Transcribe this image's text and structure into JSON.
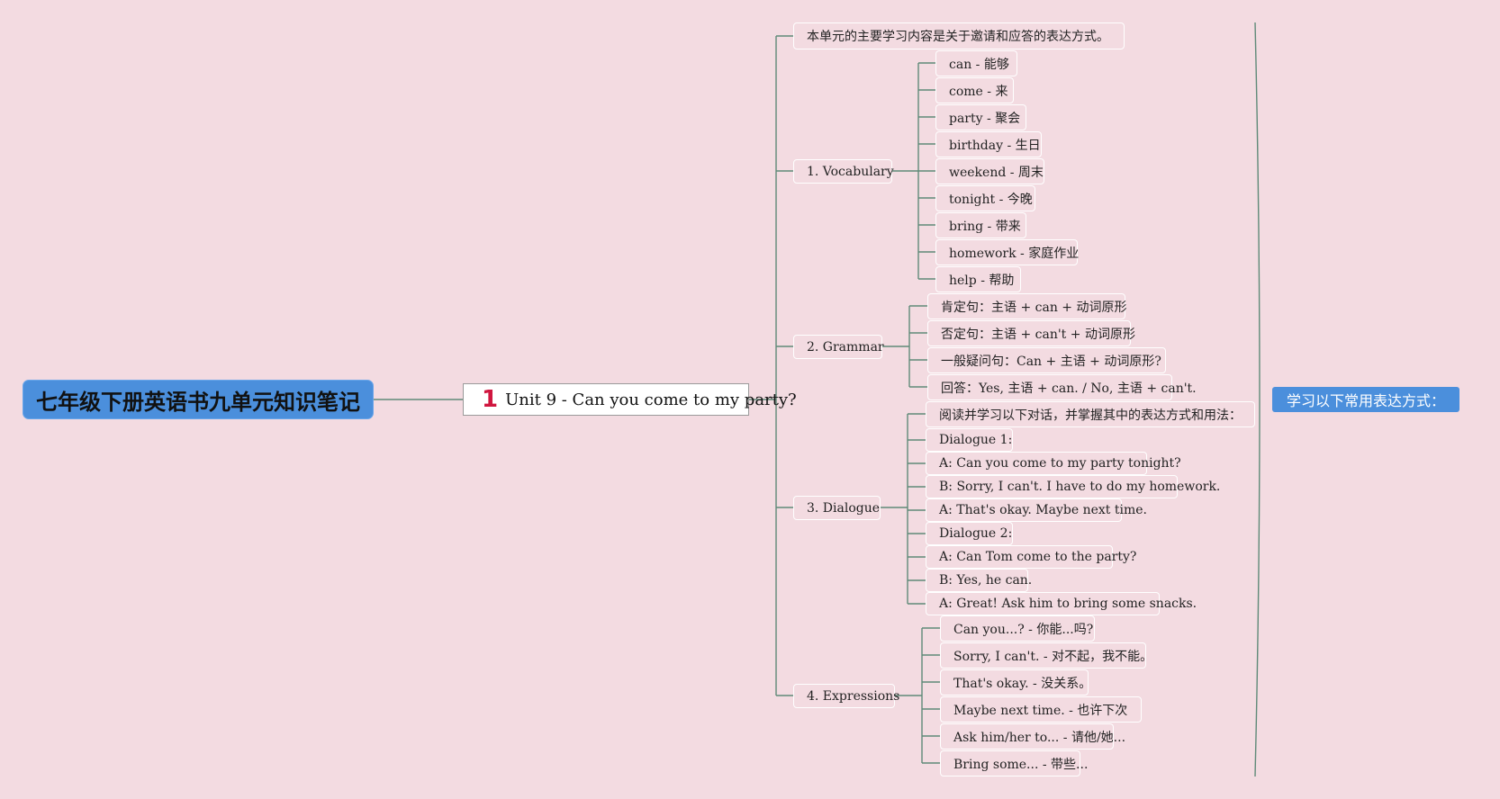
{
  "colors": {
    "background": "#f3dbe1",
    "root_fill": "#4b8fdc",
    "summary_fill": "#4b8fdc",
    "connector": "#5f8a78",
    "marker": "#d0163f",
    "node_border": "#ffffff"
  },
  "root": {
    "label": "七年级下册英语书九单元知识笔记"
  },
  "unit": {
    "marker": "1",
    "label": "Unit 9 - Can you come to my party?"
  },
  "intro": {
    "label": "本单元的主要学习内容是关于邀请和应答的表达方式。"
  },
  "vocabulary": {
    "label": "1. Vocabulary",
    "items": [
      "can - 能够",
      "come - 来",
      "party - 聚会",
      "birthday - 生日",
      "weekend - 周末",
      "tonight - 今晚",
      "bring - 带来",
      "homework - 家庭作业",
      "help - 帮助"
    ]
  },
  "grammar": {
    "label": "2. Grammar",
    "items": [
      "肯定句：主语 + can + 动词原形",
      "否定句：主语 + can't + 动词原形",
      "一般疑问句：Can + 主语 + 动词原形?",
      "回答：Yes, 主语 + can. / No, 主语 + can't."
    ]
  },
  "dialogue": {
    "label": "3. Dialogue",
    "items": [
      "阅读并学习以下对话，并掌握其中的表达方式和用法：",
      "Dialogue 1:",
      "A: Can you come to my party tonight?",
      "B: Sorry, I can't. I have to do my homework.",
      "A: That's okay. Maybe next time.",
      "Dialogue 2:",
      "A: Can Tom come to the party?",
      "B: Yes, he can.",
      "A: Great! Ask him to bring some snacks."
    ]
  },
  "expressions": {
    "label": "4. Expressions",
    "items": [
      "Can you...? - 你能...吗?",
      "Sorry, I can't. - 对不起，我不能。",
      "That's okay. - 没关系。",
      "Maybe next time. - 也许下次",
      "Ask him/her to... - 请他/她...",
      "Bring some... - 带些..."
    ]
  },
  "summary": {
    "label": "学习以下常用表达方式："
  }
}
